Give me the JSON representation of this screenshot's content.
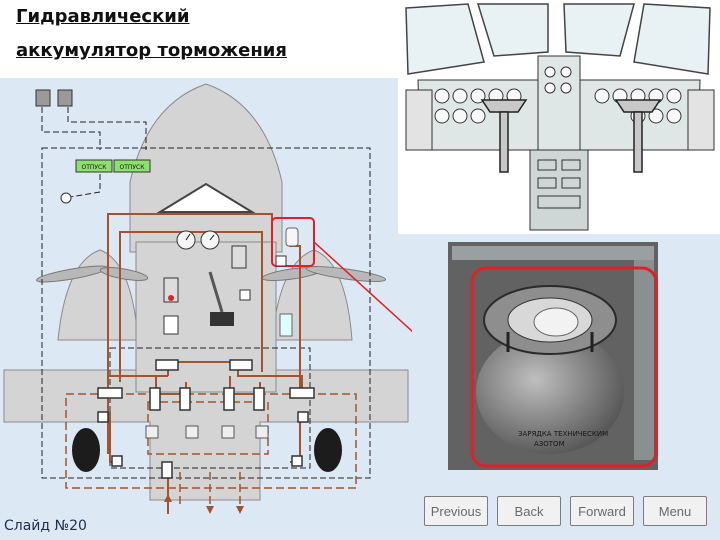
{
  "title": {
    "line1": "Гидравлический",
    "line2": "аккумулятор торможения"
  },
  "slide_number": "Слайд №20",
  "schematic": {
    "labels": [
      "ОТПУСК",
      "ОТПУСК"
    ]
  },
  "photo": {
    "placard_lines": [
      "ЗАРЯДКА ТЕХНИЧЕСКИМ",
      "АЗОТОМ"
    ]
  },
  "nav": {
    "previous": "Previous",
    "back": "Back",
    "forward": "Forward",
    "menu": "Menu"
  },
  "colors": {
    "hydraulic_line": "#a4532a",
    "highlight": "#e01f26",
    "background": "#dce8f4"
  }
}
